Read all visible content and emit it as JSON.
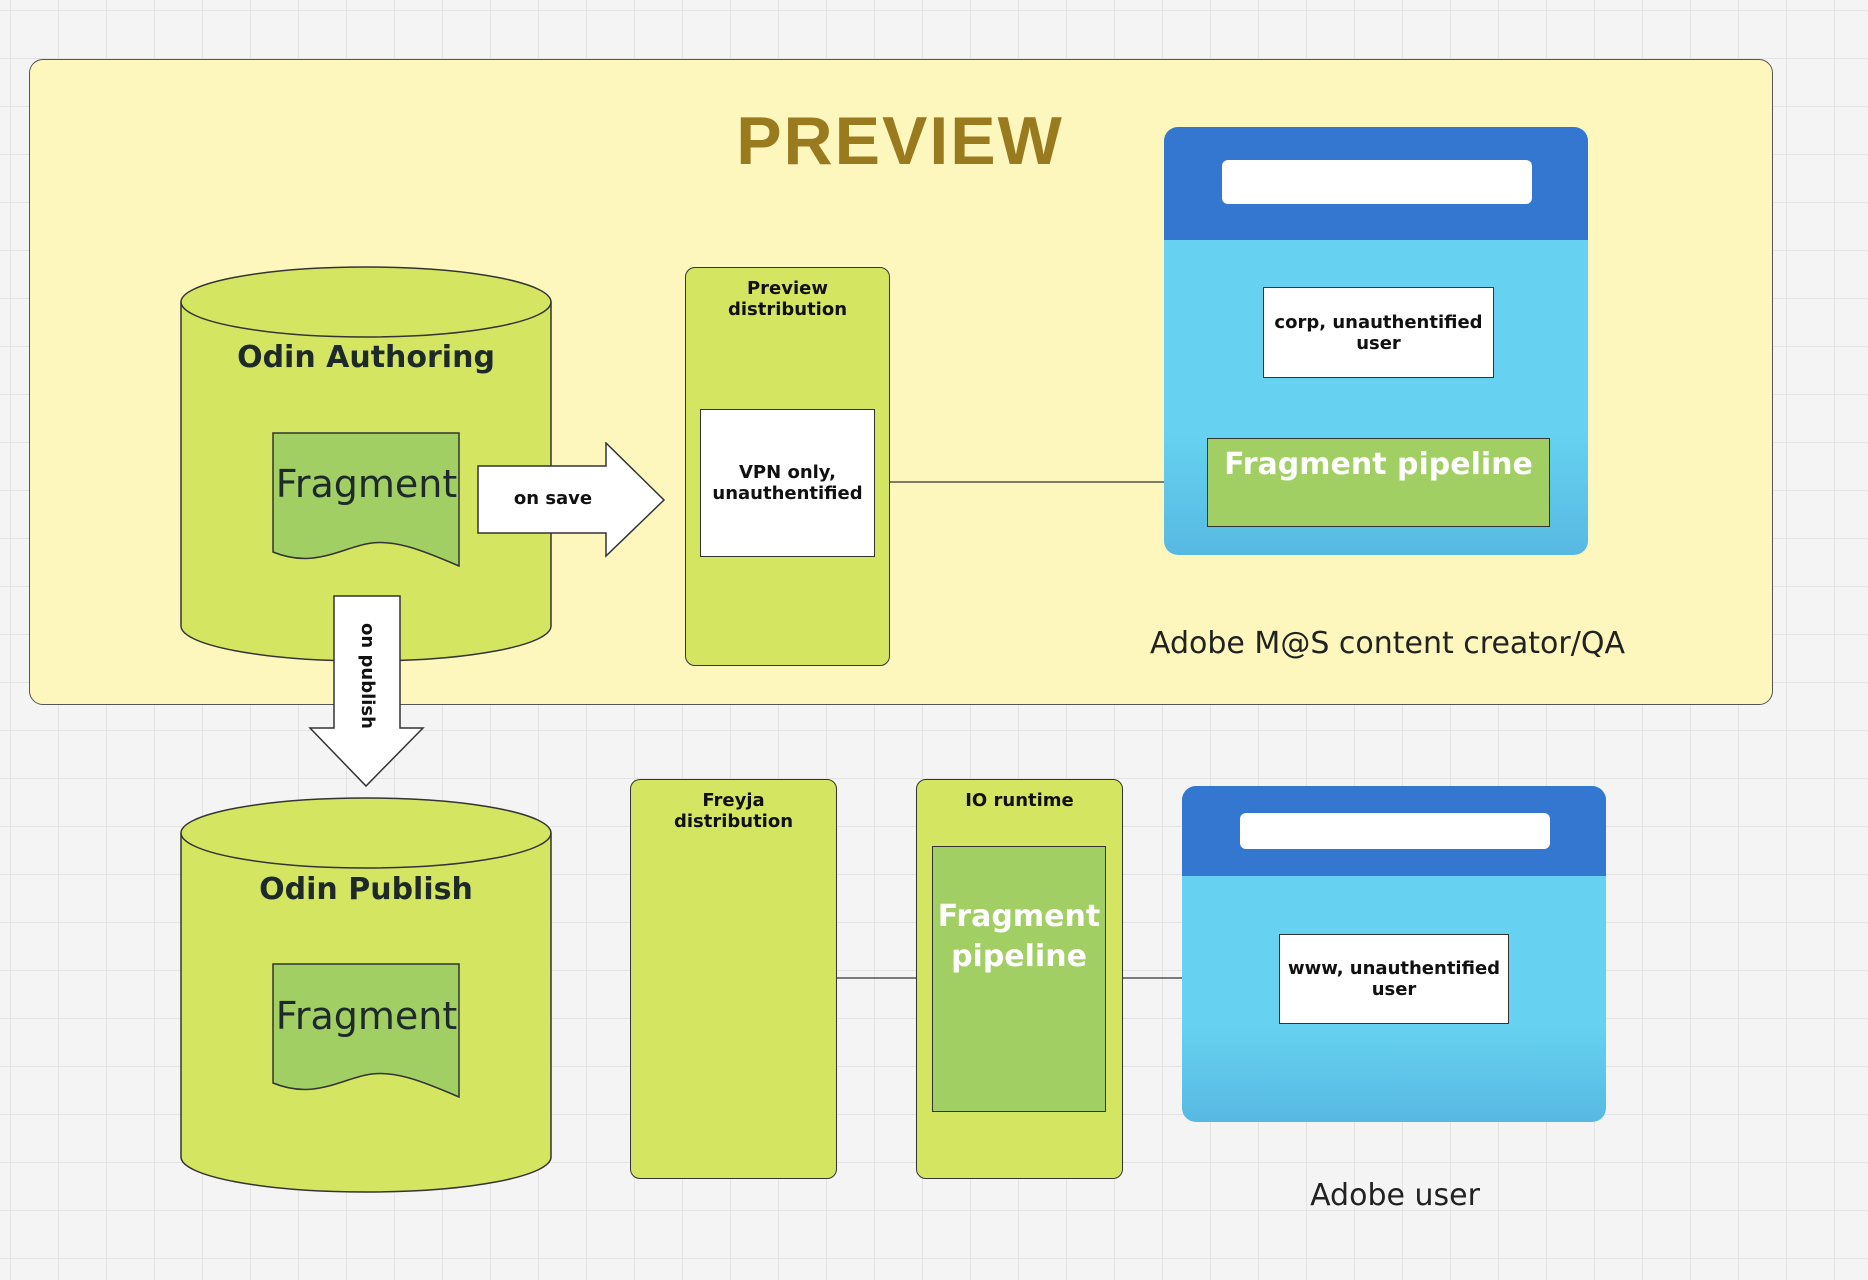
{
  "preview_group": {
    "title": "PREVIEW"
  },
  "authoring_db": {
    "title": "Odin Authoring",
    "fragment": "Fragment"
  },
  "publish_db": {
    "title": "Odin Publish",
    "fragment": "Fragment"
  },
  "save_arrow": {
    "label": "on save"
  },
  "publish_arrow": {
    "label": "on publish"
  },
  "preview_distribution": {
    "title": "Preview distribution",
    "box": "VPN only, unauthentified"
  },
  "preview_browser": {
    "user_box": "corp, unauthentified user",
    "pipeline": "Fragment pipeline",
    "caption": "Adobe M@S content creator/QA"
  },
  "freyja_distribution": {
    "title": "Freyja distribution"
  },
  "io_runtime": {
    "title": "IO runtime",
    "pipeline": "Fragment pipeline"
  },
  "public_browser": {
    "user_box": "www, unauthentified user",
    "caption": "Adobe user"
  },
  "colors": {
    "frame_fill": "#fdf7bd",
    "title_gold": "#9a7a1e",
    "lime": "#d4e661",
    "green": "#a1cf63",
    "browser_bar": "#3477d0",
    "browser_body": "#66d1f0"
  }
}
